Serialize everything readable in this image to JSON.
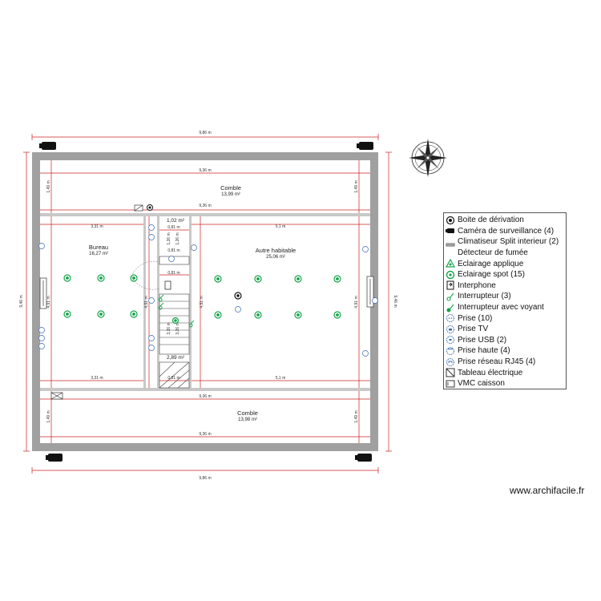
{
  "rooms": {
    "top_attic": {
      "name": "Comble",
      "area": "13,99 m²"
    },
    "office": {
      "name": "Bureau",
      "area": "16,27 m²"
    },
    "living": {
      "name": "Autre habitable",
      "area": "25,06 m²"
    },
    "stair_top": {
      "area": "1,02 m²"
    },
    "stair_bottom": {
      "area": "2,89 m²"
    },
    "bottom_attic": {
      "name": "Comble",
      "area": "13,98 m²"
    }
  },
  "dimensions": {
    "overall_width": "9,86 m",
    "overall_height": "9,46 m",
    "inner_width": "9,36 m",
    "attic_depth": "1,49 m",
    "office_width": "3,31 m",
    "living_width": "5,1 m",
    "room_depth": "4,91 m",
    "stair_width": "0,81 m",
    "stair_small": "1,26 m",
    "stair_mid": "3,26 m"
  },
  "legend": {
    "items": [
      {
        "icon": "junction-box-icon",
        "label": "Boite de dérivation"
      },
      {
        "icon": "camera-icon",
        "label": "Caméra de surveillance (4)"
      },
      {
        "icon": "split-ac-icon",
        "label": "Climatiseur Split interieur (2)"
      },
      {
        "icon": "smoke-detector-icon",
        "label": "Détecteur de fumée"
      },
      {
        "icon": "wall-light-icon",
        "label": "Eclairage applique"
      },
      {
        "icon": "spot-light-icon",
        "label": "Eclairage spot (15)"
      },
      {
        "icon": "intercom-icon",
        "label": "Interphone"
      },
      {
        "icon": "switch-icon",
        "label": "Interrupteur (3)"
      },
      {
        "icon": "switch-indicator-icon",
        "label": "Interrupteur avec voyant"
      },
      {
        "icon": "outlet-icon",
        "label": "Prise (10)"
      },
      {
        "icon": "tv-outlet-icon",
        "label": "Prise TV"
      },
      {
        "icon": "usb-outlet-icon",
        "label": "Prise USB (2)"
      },
      {
        "icon": "high-outlet-icon",
        "label": "Prise haute (4)"
      },
      {
        "icon": "network-outlet-icon",
        "label": "Prise réseau RJ45 (4)"
      },
      {
        "icon": "electrical-panel-icon",
        "label": "Tableau électrique"
      },
      {
        "icon": "vmc-icon",
        "label": "VMC caisson"
      }
    ]
  },
  "colors": {
    "wall": "#999999",
    "dimension": "#cc2020",
    "spot": "#16a34a"
  },
  "watermark": "www.archifacile.fr"
}
